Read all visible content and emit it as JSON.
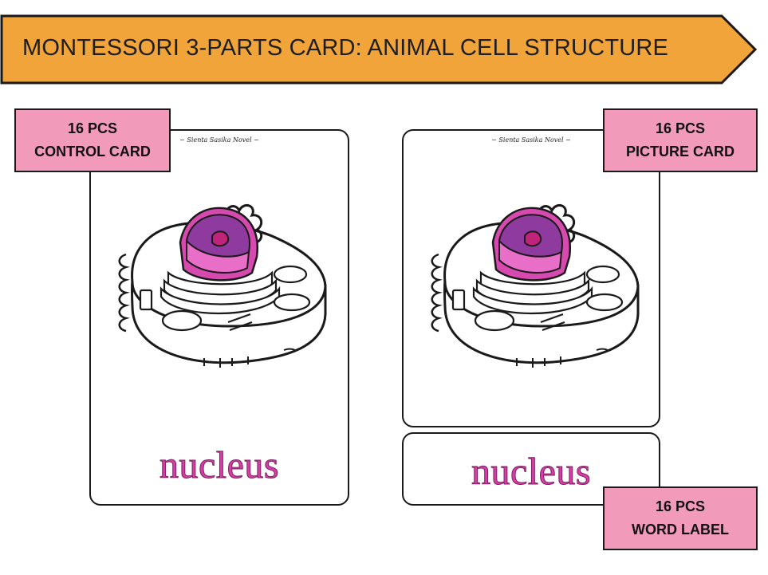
{
  "banner": {
    "title": "MONTESSORI 3-PARTS CARD: ANIMAL CELL STRUCTURE",
    "color": "#f0a43a"
  },
  "cards": {
    "author_credit": "~ Sienta Sasika Novel ~",
    "word": "nucleus",
    "word_color": "#d63ea7"
  },
  "tags": {
    "control": {
      "count": "16 PCS",
      "label": "CONTROL CARD"
    },
    "picture": {
      "count": "16 PCS",
      "label": "PICTURE CARD"
    },
    "word_label": {
      "count": "16 PCS",
      "label": "WORD LABEL"
    },
    "color": "#f29ab9"
  },
  "icons": [
    "animal-cell-illustration",
    "banner-arrow-shape"
  ]
}
